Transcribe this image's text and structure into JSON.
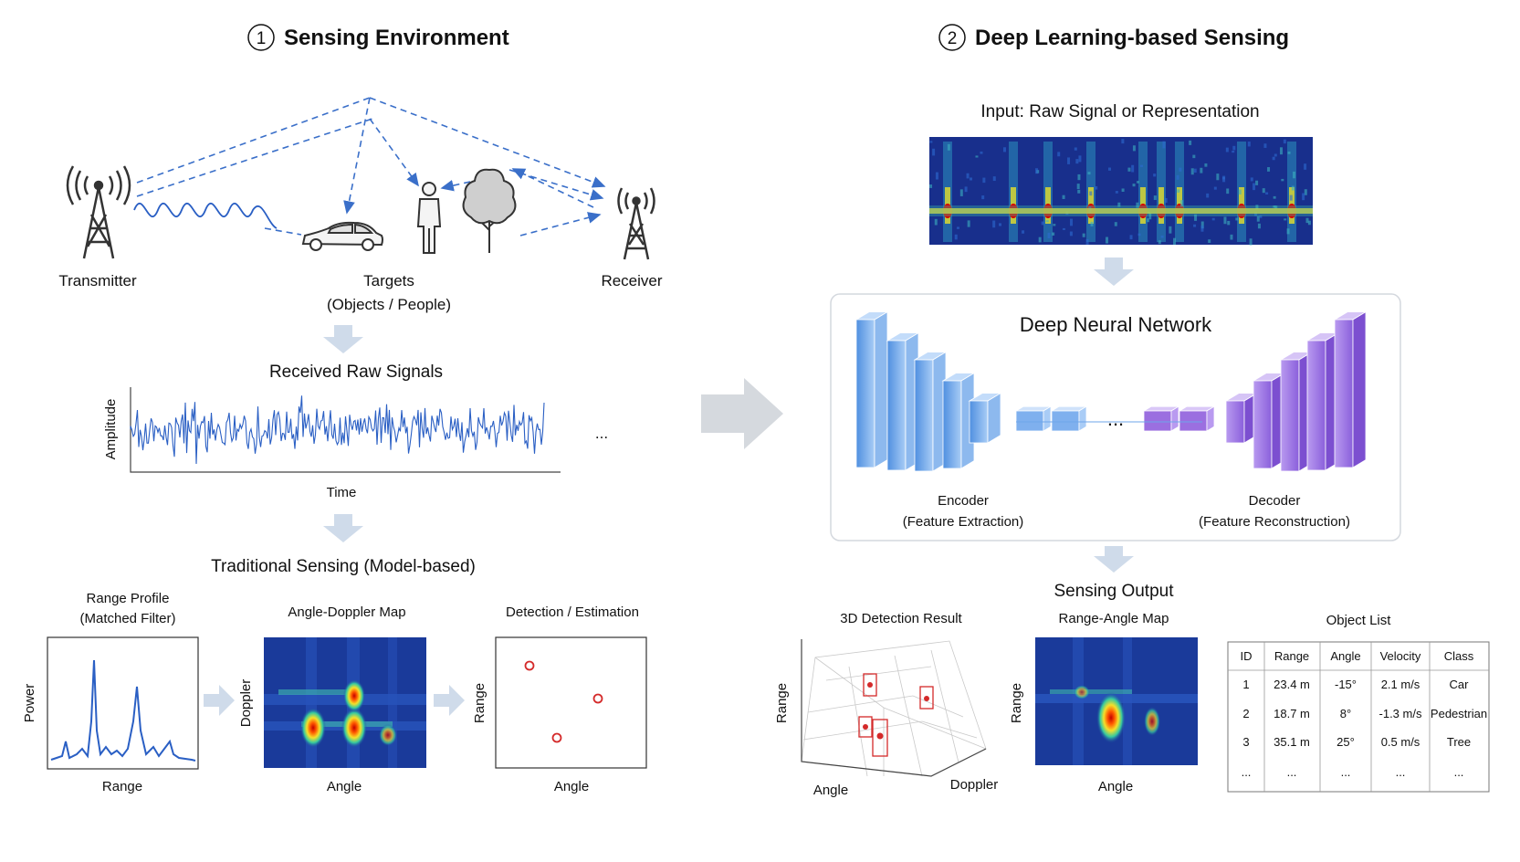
{
  "sections": {
    "left_number": "1",
    "left_title": "Sensing Environment",
    "right_number": "2",
    "right_title": "Deep Learning-based Sensing"
  },
  "environment": {
    "transmitter": "Transmitter",
    "targets_line1": "Targets",
    "targets_line2": "(Objects / People)",
    "receiver": "Receiver"
  },
  "raw_signals": {
    "title": "Received Raw Signals",
    "ylabel": "Amplitude",
    "xlabel": "Time",
    "ellipsis": "..."
  },
  "traditional": {
    "title": "Traditional Sensing (Model-based)",
    "range_profile": {
      "title_line1": "Range Profile",
      "title_line2": "(Matched Filter)",
      "ylabel": "Power",
      "xlabel": "Range"
    },
    "angle_doppler": {
      "title": "Angle-Doppler Map",
      "ylabel": "Doppler",
      "xlabel": "Angle"
    },
    "detection": {
      "title": "Detection / Estimation",
      "ylabel": "Range",
      "xlabel": "Angle"
    }
  },
  "deep": {
    "input_title": "Input: Raw Signal or Representation",
    "network_title": "Deep Neural Network",
    "ellipsis": "...",
    "encoder_line1": "Encoder",
    "encoder_line2": "(Feature Extraction)",
    "decoder_line1": "Decoder",
    "decoder_line2": "(Feature Reconstruction)",
    "output_title": "Sensing Output",
    "detection3d": {
      "title": "3D Detection Result",
      "ylabel": "Range",
      "xlabel": "Angle",
      "zlabel": "Doppler"
    },
    "range_angle": {
      "title": "Range-Angle Map",
      "ylabel": "Range",
      "xlabel": "Angle"
    },
    "object_list": {
      "title": "Object List",
      "headers": [
        "ID",
        "Range",
        "Angle",
        "Velocity",
        "Class"
      ],
      "rows": [
        [
          "1",
          "23.4 m",
          "-15°",
          "2.1 m/s",
          "Car"
        ],
        [
          "2",
          "18.7 m",
          "8°",
          "-1.3 m/s",
          "Pedestrian"
        ],
        [
          "3",
          "35.1 m",
          "25°",
          "0.5 m/s",
          "Tree"
        ],
        [
          "...",
          "...",
          "...",
          "...",
          "..."
        ]
      ]
    }
  },
  "colors": {
    "signal_blue": "#2a5fc4",
    "encoder_blue": "#6ea6ea",
    "decoder_purple": "#9b6fe0",
    "detection_red": "#d42a2a"
  }
}
